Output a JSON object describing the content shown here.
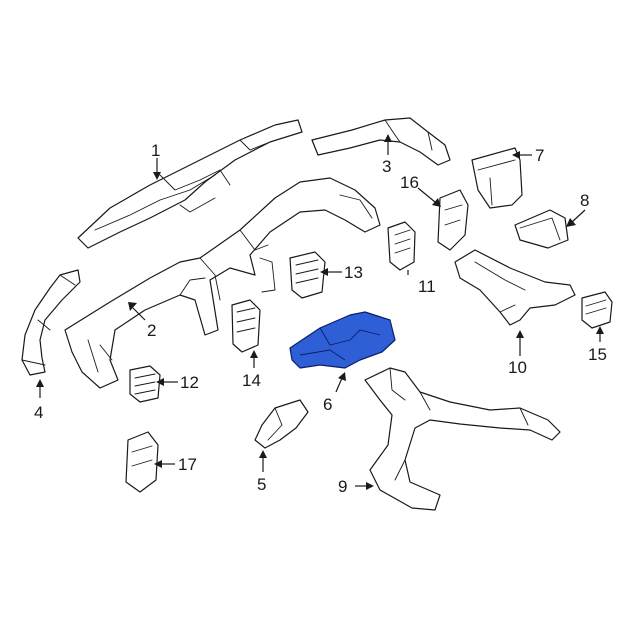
{
  "highlight_color": "#2f5fd6",
  "callouts": [
    {
      "id": "c1",
      "text": "1"
    },
    {
      "id": "c2",
      "text": "2"
    },
    {
      "id": "c3",
      "text": "3"
    },
    {
      "id": "c4",
      "text": "4"
    },
    {
      "id": "c5",
      "text": "5"
    },
    {
      "id": "c6",
      "text": "6"
    },
    {
      "id": "c7",
      "text": "7"
    },
    {
      "id": "c8",
      "text": "8"
    },
    {
      "id": "c9",
      "text": "9"
    },
    {
      "id": "c10",
      "text": "10"
    },
    {
      "id": "c11",
      "text": "11"
    },
    {
      "id": "c12",
      "text": "12"
    },
    {
      "id": "c13",
      "text": "13"
    },
    {
      "id": "c14",
      "text": "14"
    },
    {
      "id": "c15",
      "text": "15"
    },
    {
      "id": "c16",
      "text": "16"
    },
    {
      "id": "c17",
      "text": "17"
    }
  ],
  "highlighted_part": "6"
}
